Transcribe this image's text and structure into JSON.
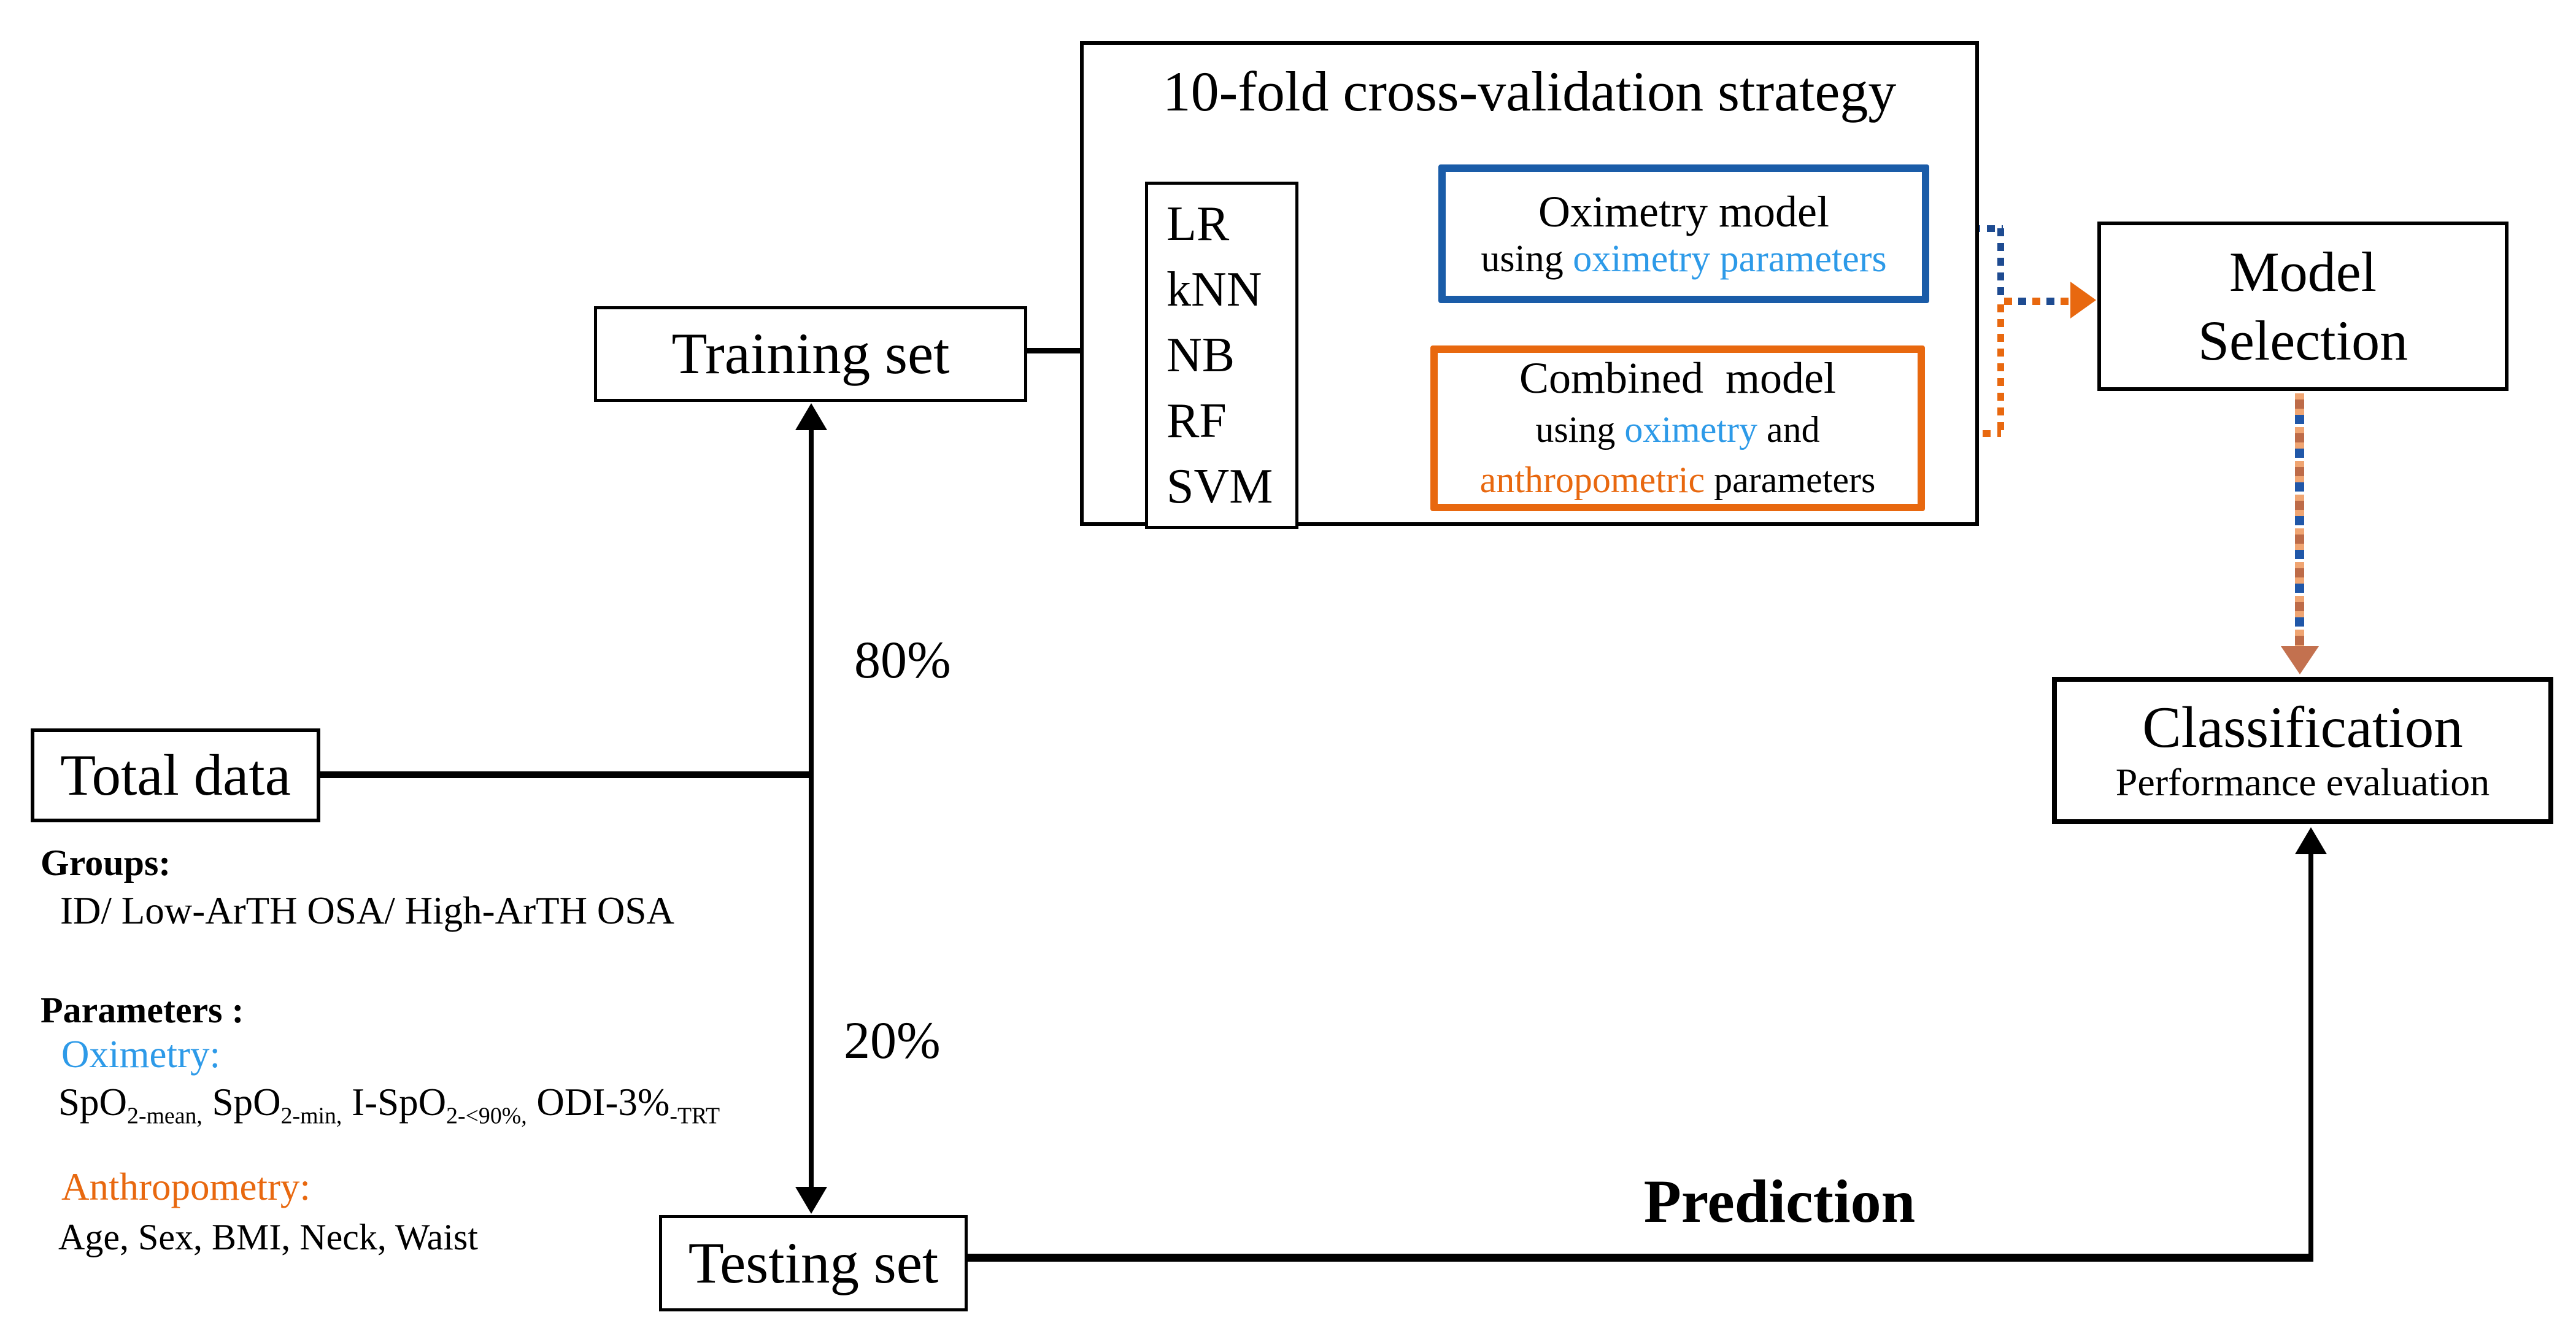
{
  "diagram": {
    "cv_box": {
      "title": "10-fold cross-validation strategy"
    },
    "classifiers": [
      "LR",
      "kNN",
      "NB",
      "RF",
      "SVM"
    ],
    "oximetry_model": {
      "line1": "Oximetry model",
      "using": "using ",
      "highlight": "oximetry parameters"
    },
    "combined_model": {
      "line1": "Combined  model",
      "l2_using": "using ",
      "l2_blue": "oximetry",
      "l2_and": " and",
      "l3_orange": "anthropometric",
      "l3_rest": " parameters"
    },
    "model_selection": {
      "line1": "Model",
      "line2": "Selection"
    },
    "classification": {
      "line1": "Classification",
      "line2": "Performance evaluation"
    },
    "total_data_label": "Total data",
    "training_set_label": "Training set",
    "testing_set_label": "Testing set",
    "split_80": "80%",
    "split_20": "20%",
    "prediction_label": "Prediction",
    "groups": {
      "heading": "Groups:",
      "value": "ID/ Low-ArTH OSA/ High-ArTH OSA"
    },
    "parameters": {
      "heading": "Parameters :",
      "oximetry_label": "Oximetry:",
      "spo2": {
        "t1": "SpO",
        "s1": "2-mean,",
        "t2": " SpO",
        "s2": "2-min,",
        "t3": " I-SpO",
        "s3": "2-<90%,",
        "t4": " ODI-3%",
        "s4": "-TRT"
      },
      "anthropometry_label": "Anthropometry:",
      "anthropometry_line": "Age, Sex, BMI, Neck, Waist"
    },
    "colors": {
      "oximetry_border_blue": "#1a5ca8",
      "light_blue_text": "#2d9ae8",
      "orange": "#e8680f",
      "navy_dash": "#1e4b91",
      "salmon_dash": "#bd6b48",
      "peach_dash": "#f0a572",
      "blue_dash": "#2057a8",
      "black": "#000000"
    }
  }
}
